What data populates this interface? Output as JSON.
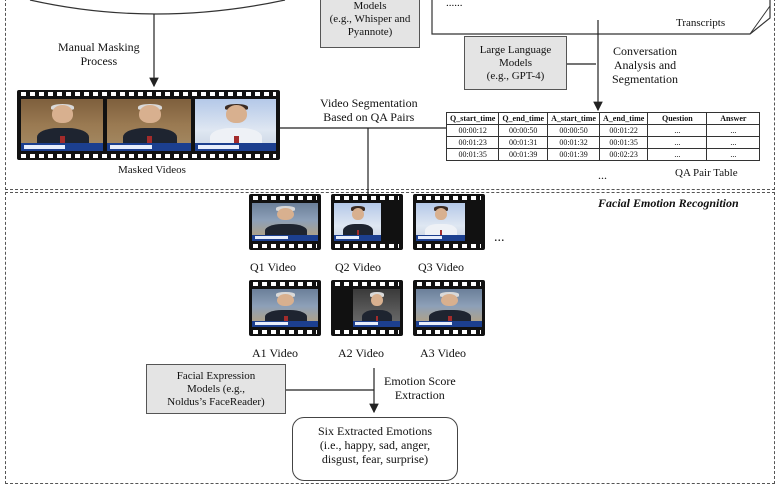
{
  "labels": {
    "manual_masking": "Manual Masking\nProcess",
    "masked_videos": "Masked Videos",
    "video_segmentation": "Video Segmentation\nBased on QA Pairs",
    "conversation_analysis": "Conversation\nAnalysis and\nSegmentation",
    "transcripts": "Transcripts",
    "transcripts_dots": "......",
    "qa_table_caption": "QA Pair Table",
    "table_dots": "...",
    "fer_title": "Facial Emotion Recognition",
    "emotion_score": "Emotion Score\nExtraction",
    "row_dots": "..."
  },
  "boxes": {
    "speech_models": "Models\n(e.g., Whisper and\nPyannote)",
    "llm": "Large Language\nModels\n(e.g., GPT-4)",
    "facial_models": "Facial Expression\nModels (e.g.,\nNoldus’s FaceReader)",
    "six_emotions": "Six Extracted Emotions\n(i.e., happy, sad, anger,\ndisgust, fear, surprise)"
  },
  "videos": {
    "q": [
      "Q1 Video",
      "Q2 Video",
      "Q3 Video"
    ],
    "a": [
      "A1 Video",
      "A2 Video",
      "A3 Video"
    ]
  },
  "qa_table": {
    "headers": [
      "Q_start_time",
      "Q_end_time",
      "A_start_time",
      "A_end_time",
      "Question",
      "Answer"
    ],
    "rows": [
      [
        "00:00:12",
        "00:00:50",
        "00:00:50",
        "00:01:22",
        "...",
        "..."
      ],
      [
        "00:01:23",
        "00:01:31",
        "00:01:32",
        "00:01:35",
        "...",
        "..."
      ],
      [
        "00:01:35",
        "00:01:39",
        "00:01:39",
        "00:02:23",
        "...",
        "..."
      ]
    ]
  }
}
